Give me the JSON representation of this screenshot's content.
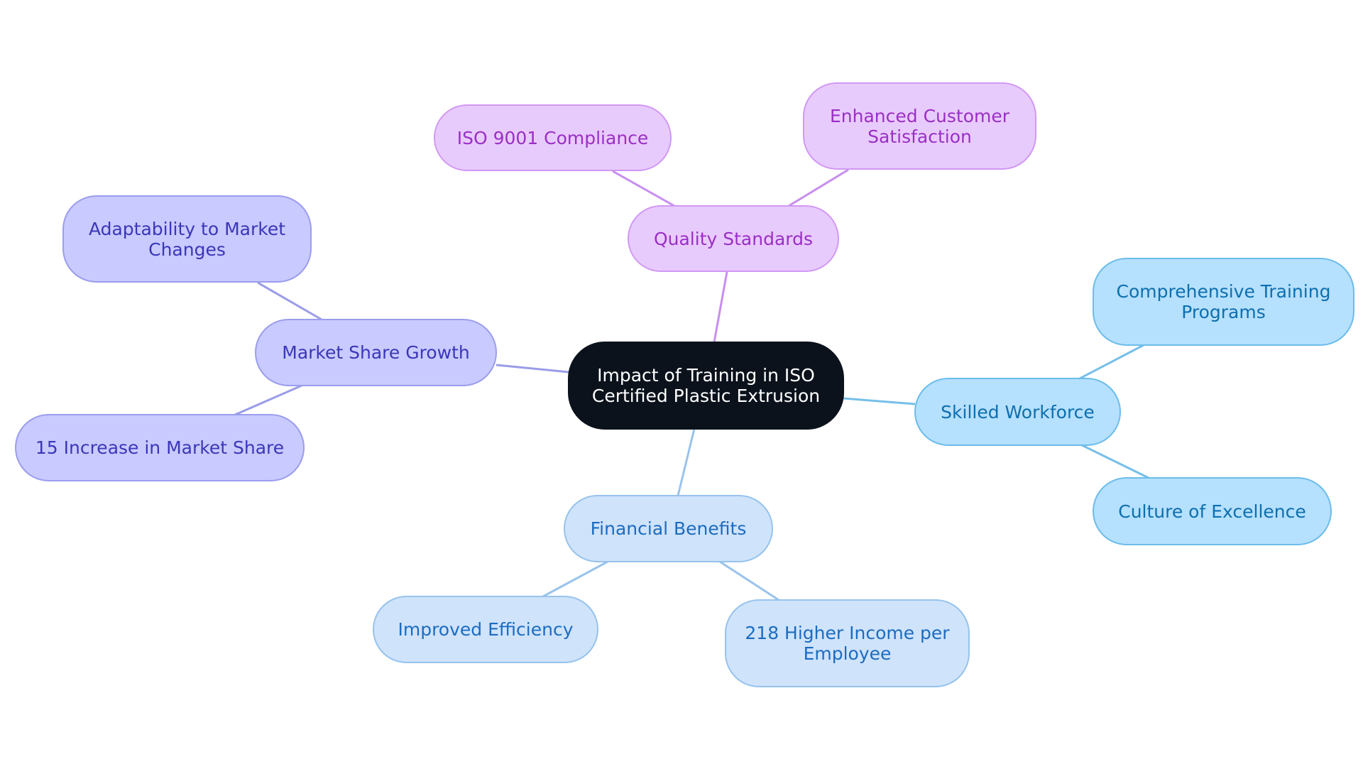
{
  "diagram": {
    "type": "mindmap",
    "root": {
      "label_line1": "Impact of Training in ISO",
      "label_line2": "Certified Plastic Extrusion"
    },
    "branches": {
      "quality": {
        "label": "Quality Standards",
        "color": "#c78ef0",
        "children": [
          {
            "label_line1": "ISO 9001 Compliance",
            "label_line2": ""
          },
          {
            "label_line1": "Enhanced Customer",
            "label_line2": "Satisfaction"
          }
        ]
      },
      "market": {
        "label": "Market Share Growth",
        "color": "#9a9ce8",
        "children": [
          {
            "label_line1": "Adaptability to Market",
            "label_line2": "Changes"
          },
          {
            "label_line1": "15 Increase in Market Share",
            "label_line2": ""
          }
        ]
      },
      "skilled": {
        "label": "Skilled Workforce",
        "color": "#76bfe8",
        "children": [
          {
            "label_line1": "Comprehensive Training",
            "label_line2": "Programs"
          },
          {
            "label_line1": "Culture of Excellence",
            "label_line2": ""
          }
        ]
      },
      "financial": {
        "label": "Financial Benefits",
        "color": "#9ac3ec",
        "children": [
          {
            "label_line1": "Improved Efficiency",
            "label_line2": ""
          },
          {
            "label_line1": "218 Higher Income per",
            "label_line2": "Employee"
          }
        ]
      }
    }
  }
}
